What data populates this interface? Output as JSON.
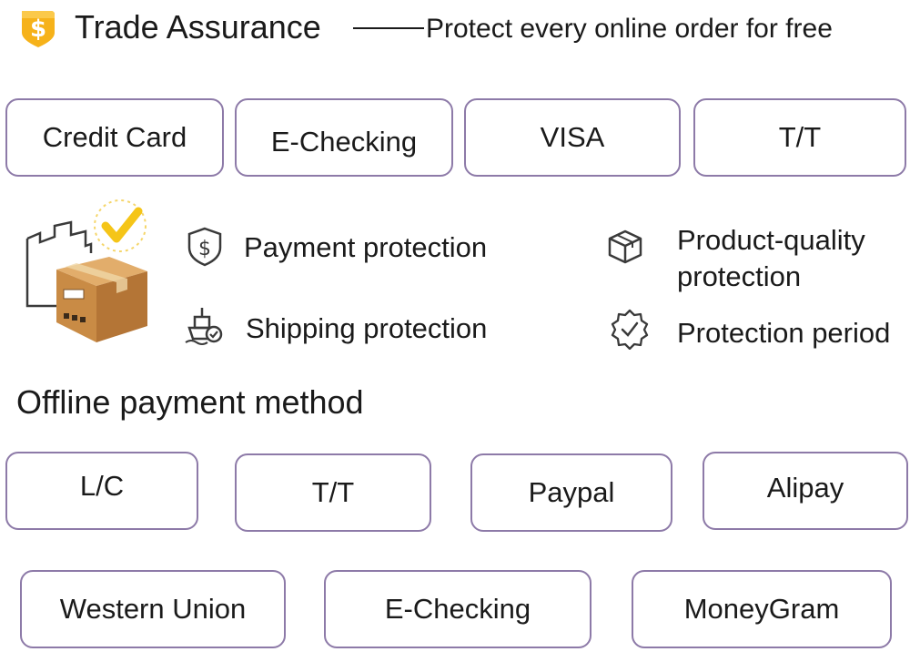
{
  "header": {
    "logo_icon": "dollar-shield-icon",
    "title": "Trade Assurance",
    "tagline": "Protect every online order for free"
  },
  "online_methods": [
    "Credit Card",
    "E-Checking",
    "VISA",
    "T/T"
  ],
  "illustration": {
    "icon": "package-checked-icon"
  },
  "features": [
    {
      "icon": "dollar-shield-icon",
      "label": "Payment protection"
    },
    {
      "icon": "ship-check-icon",
      "label": "Shipping protection"
    },
    {
      "icon": "cube-icon",
      "label": "Product-quality\nprotection"
    },
    {
      "icon": "seal-check-icon",
      "label": "Protection period"
    }
  ],
  "offline_section": {
    "title": "Offline payment method"
  },
  "offline_methods_row1": [
    "L/C",
    "T/T",
    "Paypal",
    "Alipay"
  ],
  "offline_methods_row2": [
    "Western Union",
    "E-Checking",
    "MoneyGram"
  ],
  "colors": {
    "pill_border": "#8d7aa8",
    "logo_yellow": "#f6b21a",
    "check_yellow": "#f5c518",
    "box_brown": "#c98b45"
  }
}
